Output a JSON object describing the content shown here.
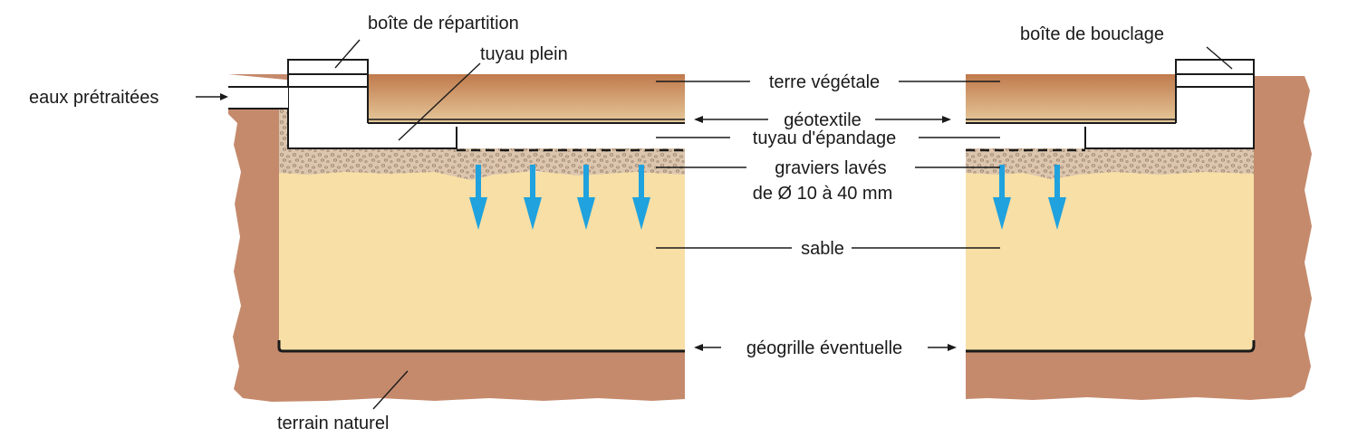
{
  "labels": {
    "distribution_box": "boîte de répartition",
    "solid_pipe": "tuyau plein",
    "loop_box": "boîte de bouclage",
    "pretreated_water": "eaux prétraitées",
    "topsoil": "terre végétale",
    "geotextile": "géotextile",
    "spreading_pipe": "tuyau d'épandage",
    "gravel_line1": "graviers lavés",
    "gravel_line2": "de Ø 10 à 40 mm",
    "sand": "sable",
    "geogrid": "géogrille éventuelle",
    "natural_ground": "terrain naturel"
  },
  "colors": {
    "natural_ground": "#c58a6c",
    "topsoil_top": "#c07a4c",
    "topsoil_bottom": "#e6c99b",
    "sand": "#f7dfa6",
    "gravel": "#dcc6ae",
    "flow_arrow": "#1fa2de",
    "line": "#1a1a1a"
  }
}
